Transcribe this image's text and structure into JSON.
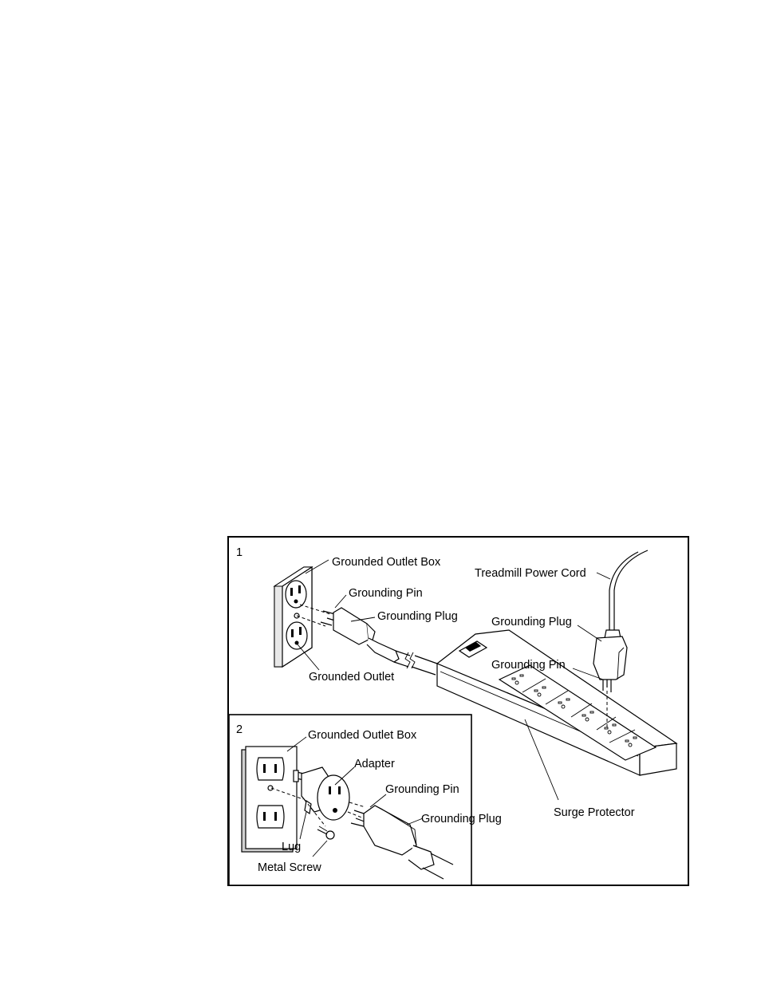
{
  "panel1": {
    "number": "1",
    "labels": {
      "grounded_outlet_box": "Grounded Outlet Box",
      "grounding_pin_left": "Grounding Pin",
      "grounding_plug_left": "Grounding Plug",
      "grounded_outlet": "Grounded Outlet",
      "treadmill_power_cord": "Treadmill Power Cord",
      "grounding_plug_right": "Grounding Plug",
      "grounding_pin_right": "Grounding Pin",
      "surge_protector": "Surge Protector"
    }
  },
  "panel2": {
    "number": "2",
    "labels": {
      "grounded_outlet_box": "Grounded Outlet Box",
      "adapter": "Adapter",
      "grounding_pin": "Grounding Pin",
      "grounding_plug": "Grounding Plug",
      "lug": "Lug",
      "metal_screw": "Metal Screw"
    }
  }
}
